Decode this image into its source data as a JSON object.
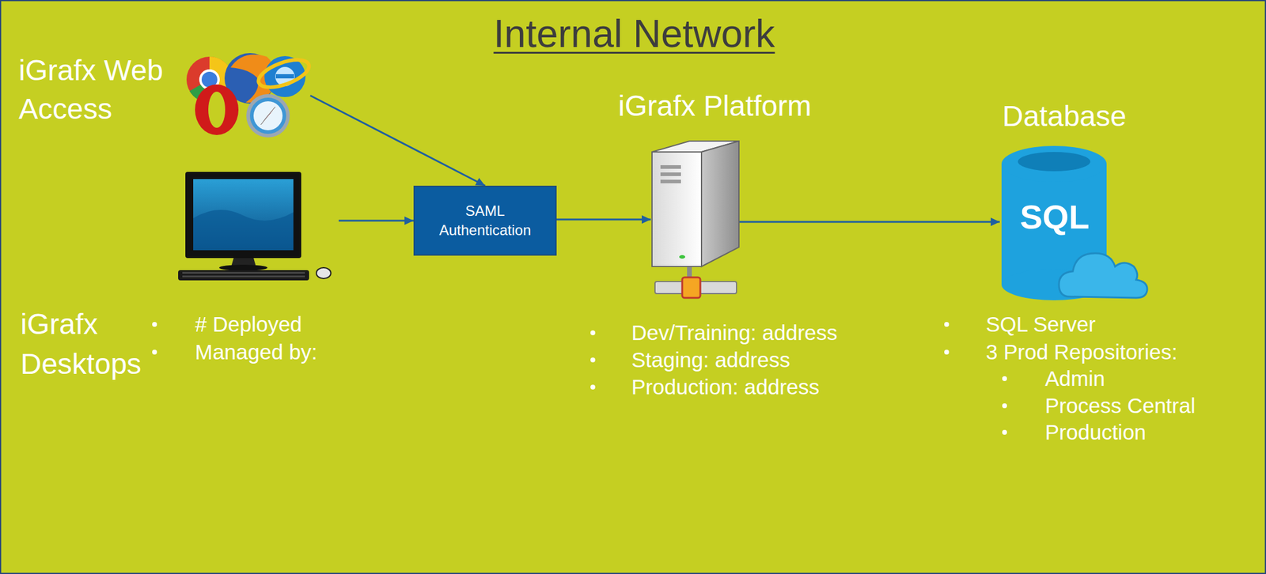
{
  "diagram": {
    "title": "Internal Network",
    "nodes": [
      {
        "text": [
          "iGrafx Web Access"
        ]
      },
      {
        "text": [
          "iGrafx Desktops",
          "# Deployed",
          "Managed by:"
        ]
      },
      {
        "text": [
          "SAML Authentication"
        ]
      },
      {
        "text": [
          "iGrafx Platform",
          "Dev/Training: address",
          "Staging: address",
          "Production: address"
        ]
      },
      {
        "text": [
          "Database",
          "SQL Server",
          "3 Prod Repositories:",
          "Admin",
          "Process Central",
          "Production"
        ]
      }
    ],
    "edges": [
      {
        "from": 0,
        "to": 2,
        "arrow": "to"
      },
      {
        "from": 1,
        "to": 2,
        "arrow": "to"
      },
      {
        "from": 2,
        "to": 3,
        "arrow": "to"
      },
      {
        "from": 3,
        "to": 4,
        "arrow": "to"
      }
    ],
    "labels": [
      "SQL"
    ]
  }
}
